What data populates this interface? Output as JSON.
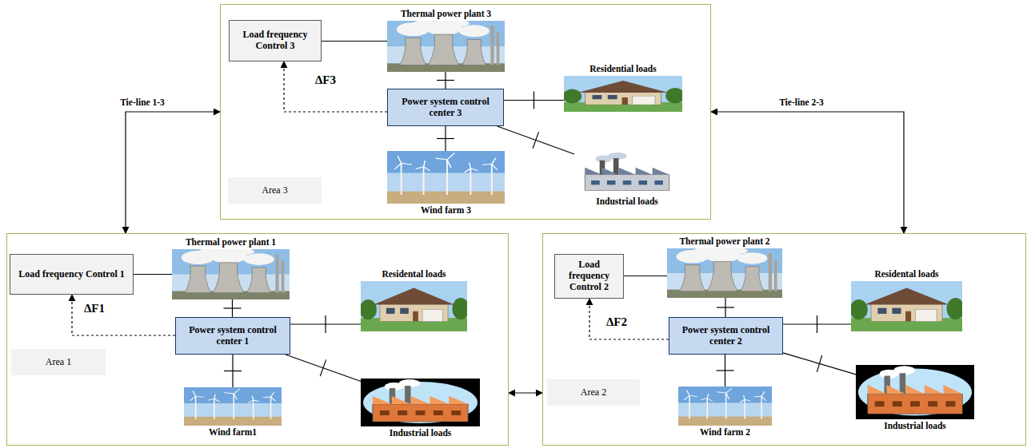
{
  "diagram": {
    "nodes": [
      {
        "text": [
          "Area 3"
        ]
      },
      {
        "text": [
          "Load frequency Control 3"
        ],
        "in": 0
      },
      {
        "text": [
          "Thermal power plant 3"
        ],
        "in": 0
      },
      {
        "text": [
          "Residential loads"
        ],
        "in": 0
      },
      {
        "text": [
          "Power system control center 3"
        ],
        "in": 0
      },
      {
        "text": [
          "Industrial loads"
        ],
        "in": 0
      },
      {
        "text": [
          "Wind farm 3"
        ],
        "in": 0
      },
      {
        "text": [
          "Area 1"
        ]
      },
      {
        "text": [
          "Load frequency Control 1"
        ],
        "in": 7
      },
      {
        "text": [
          "Thermal power plant 1"
        ],
        "in": 7
      },
      {
        "text": [
          "Residental loads"
        ],
        "in": 7
      },
      {
        "text": [
          "Power system control center 1"
        ],
        "in": 7
      },
      {
        "text": [
          "Industrial loads"
        ],
        "in": 7
      },
      {
        "text": [
          "Wind farm1"
        ],
        "in": 7
      },
      {
        "text": [
          "Area 2"
        ]
      },
      {
        "text": [
          "Load frequency Control 2"
        ],
        "in": 14
      },
      {
        "text": [
          "Thermal power plant 2"
        ],
        "in": 14
      },
      {
        "text": [
          "Residental loads"
        ],
        "in": 14
      },
      {
        "text": [
          "Power system control center 2"
        ],
        "in": 14
      },
      {
        "text": [
          "Industrial loads"
        ],
        "in": 14
      },
      {
        "text": [
          "Wind farm 2"
        ],
        "in": 14
      }
    ],
    "edges": [
      {
        "from": 1,
        "to": 2,
        "arrow": "none"
      },
      {
        "from": 4,
        "to": 2,
        "arrow": "none"
      },
      {
        "from": 4,
        "to": 3,
        "arrow": "none"
      },
      {
        "from": 4,
        "to": 5,
        "arrow": "none"
      },
      {
        "from": 4,
        "to": 6,
        "arrow": "none"
      },
      {
        "from": 4,
        "to": 1,
        "arrow": "to",
        "label": "ΔF3"
      },
      {
        "from": 8,
        "to": 9,
        "arrow": "none"
      },
      {
        "from": 11,
        "to": 9,
        "arrow": "none"
      },
      {
        "from": 11,
        "to": 10,
        "arrow": "none"
      },
      {
        "from": 11,
        "to": 12,
        "arrow": "none"
      },
      {
        "from": 11,
        "to": 13,
        "arrow": "none"
      },
      {
        "from": 11,
        "to": 8,
        "arrow": "to",
        "label": "ΔF1"
      },
      {
        "from": 15,
        "to": 16,
        "arrow": "none"
      },
      {
        "from": 18,
        "to": 16,
        "arrow": "none"
      },
      {
        "from": 18,
        "to": 17,
        "arrow": "none"
      },
      {
        "from": 18,
        "to": 19,
        "arrow": "none"
      },
      {
        "from": 18,
        "to": 20,
        "arrow": "none"
      },
      {
        "from": 18,
        "to": 15,
        "arrow": "to",
        "label": "ΔF2"
      },
      {
        "from": 0,
        "to": 7,
        "arrow": "both",
        "label": "Tie-line 1-3"
      },
      {
        "from": 0,
        "to": 14,
        "arrow": "both",
        "label": "Tie-line 2-3"
      },
      {
        "from": 7,
        "to": 14,
        "arrow": "both"
      }
    ]
  }
}
